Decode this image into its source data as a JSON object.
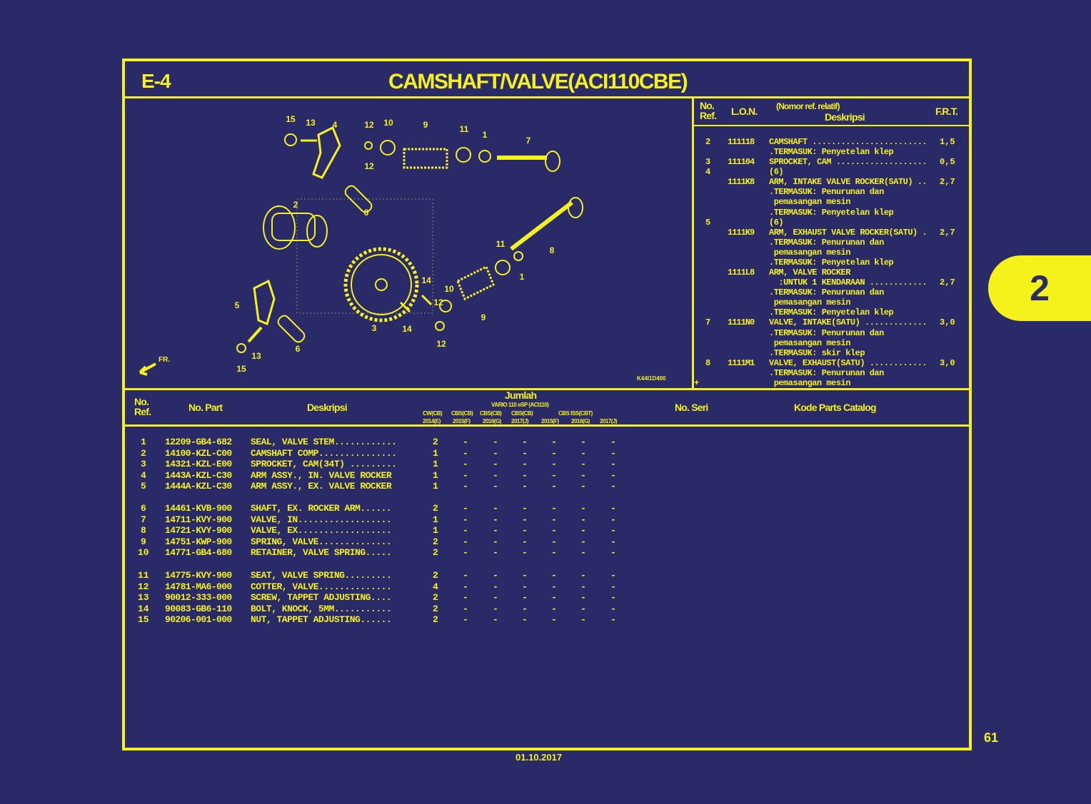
{
  "page": {
    "section_code": "E-4",
    "title": "CAMSHAFT/VALVE(ACI110CBE)",
    "page_number": "61",
    "date": "01.10.2017",
    "chapter_tab": "2"
  },
  "frt_table": {
    "headers": {
      "ref": "No.\nRef.",
      "lon": "L.O.N.",
      "desc_sub": "(Nomor ref. relatif)",
      "desc": "Deskripsi",
      "frt": "F.R.T."
    },
    "lines": [
      {
        "ref": "2",
        "lon": "111118",
        "desc": "CAMSHAFT ........................",
        "frt": "1,5"
      },
      {
        "ref": "",
        "lon": "",
        "desc": ".TERMASUK: Penyetelan klep",
        "frt": ""
      },
      {
        "ref": "3",
        "lon": "111104",
        "desc": "SPROCKET, CAM ...................",
        "frt": "0,5"
      },
      {
        "ref": "4",
        "lon": "",
        "desc": "(6)",
        "frt": ""
      },
      {
        "ref": "",
        "lon": "1111K8",
        "desc": "ARM, INTAKE VALVE ROCKER(SATU) ..",
        "frt": "2,7"
      },
      {
        "ref": "",
        "lon": "",
        "desc": ".TERMASUK: Penurunan dan",
        "frt": ""
      },
      {
        "ref": "",
        "lon": "",
        "desc": " pemasangan mesin",
        "frt": ""
      },
      {
        "ref": "",
        "lon": "",
        "desc": ".TERMASUK: Penyetelan klep",
        "frt": ""
      },
      {
        "ref": "5",
        "lon": "",
        "desc": "(6)",
        "frt": ""
      },
      {
        "ref": "",
        "lon": "1111K9",
        "desc": "ARM, EXHAUST VALVE ROCKER(SATU) .",
        "frt": "2,7"
      },
      {
        "ref": "",
        "lon": "",
        "desc": ".TERMASUK: Penurunan dan",
        "frt": ""
      },
      {
        "ref": "",
        "lon": "",
        "desc": " pemasangan mesin",
        "frt": ""
      },
      {
        "ref": "",
        "lon": "",
        "desc": ".TERMASUK: Penyetelan klep",
        "frt": ""
      },
      {
        "ref": "",
        "lon": "1111L8",
        "desc": "ARM, VALVE ROCKER",
        "frt": ""
      },
      {
        "ref": "",
        "lon": "",
        "desc": "  :UNTUK 1 KENDARAAN ............",
        "frt": "2,7"
      },
      {
        "ref": "",
        "lon": "",
        "desc": ".TERMASUK: Penurunan dan",
        "frt": ""
      },
      {
        "ref": "",
        "lon": "",
        "desc": " pemasangan mesin",
        "frt": ""
      },
      {
        "ref": "",
        "lon": "",
        "desc": ".TERMASUK: Penyetelan klep",
        "frt": ""
      },
      {
        "ref": "7",
        "lon": "1111N0",
        "desc": "VALVE, INTAKE(SATU) .............",
        "frt": "3,0"
      },
      {
        "ref": "",
        "lon": "",
        "desc": ".TERMASUK: Penurunan dan",
        "frt": ""
      },
      {
        "ref": "",
        "lon": "",
        "desc": " pemasangan mesin",
        "frt": ""
      },
      {
        "ref": "",
        "lon": "",
        "desc": ".TERMASUK: skir klep",
        "frt": ""
      },
      {
        "ref": "8",
        "lon": "1111M1",
        "desc": "VALVE, EXHAUST(SATU) ............",
        "frt": "3,0"
      },
      {
        "ref": "",
        "lon": "",
        "desc": ".TERMASUK: Penurunan dan",
        "frt": ""
      },
      {
        "ref": "+",
        "lon": "",
        "desc": " pemasangan mesin",
        "frt": ""
      }
    ]
  },
  "diagram": {
    "code": "K44I1D400",
    "front_marker": "FR.",
    "callouts": [
      "15",
      "13",
      "4",
      "12",
      "10",
      "9",
      "11",
      "1",
      "7",
      "12",
      "6",
      "2",
      "11",
      "8",
      "1",
      "14",
      "10",
      "12",
      "9",
      "3",
      "14",
      "12",
      "5",
      "6",
      "13",
      "15"
    ]
  },
  "parts_table": {
    "headers": {
      "ref": "No.\nRef.",
      "part": "No. Part",
      "desc": "Deskripsi",
      "qty": "Jumlah",
      "model": "VARIO 110 eSP (ACI110)",
      "types": [
        "CW(CB)",
        "CBS(CB)",
        "CBS(CB)",
        "CBS(CB)",
        "CBS ISS(CBT)"
      ],
      "years": [
        "2014(E)",
        "2015(F)",
        "2016(G)",
        "2017(J)",
        "2015(F)",
        "2016(G)",
        "2017(J)"
      ],
      "serial": "No. Seri",
      "catalog": "Kode Parts Catalog"
    },
    "rows": [
      {
        "ref": "1",
        "part": "12209-GB4-682",
        "desc": "SEAL, VALVE STEM............",
        "qty": [
          "2",
          "-",
          "-",
          "-",
          "-",
          "-",
          "-"
        ]
      },
      {
        "ref": "2",
        "part": "14100-KZL-C00",
        "desc": "CAMSHAFT COMP...............",
        "qty": [
          "1",
          "-",
          "-",
          "-",
          "-",
          "-",
          "-"
        ]
      },
      {
        "ref": "3",
        "part": "14321-KZL-E00",
        "desc": "SPROCKET, CAM(34T) .........",
        "qty": [
          "1",
          "-",
          "-",
          "-",
          "-",
          "-",
          "-"
        ]
      },
      {
        "ref": "4",
        "part": "1443A-KZL-C30",
        "desc": "ARM ASSY., IN. VALVE ROCKER",
        "qty": [
          "1",
          "-",
          "-",
          "-",
          "-",
          "-",
          "-"
        ]
      },
      {
        "ref": "5",
        "part": "1444A-KZL-C30",
        "desc": "ARM ASSY., EX. VALVE ROCKER",
        "qty": [
          "1",
          "-",
          "-",
          "-",
          "-",
          "-",
          "-"
        ]
      },
      {
        "ref": "6",
        "part": "14461-KVB-900",
        "desc": "SHAFT, EX. ROCKER ARM......",
        "qty": [
          "2",
          "-",
          "-",
          "-",
          "-",
          "-",
          "-"
        ]
      },
      {
        "ref": "7",
        "part": "14711-KVY-900",
        "desc": "VALVE, IN..................",
        "qty": [
          "1",
          "-",
          "-",
          "-",
          "-",
          "-",
          "-"
        ]
      },
      {
        "ref": "8",
        "part": "14721-KVY-900",
        "desc": "VALVE, EX..................",
        "qty": [
          "1",
          "-",
          "-",
          "-",
          "-",
          "-",
          "-"
        ]
      },
      {
        "ref": "9",
        "part": "14751-KWP-900",
        "desc": "SPRING, VALVE..............",
        "qty": [
          "2",
          "-",
          "-",
          "-",
          "-",
          "-",
          "-"
        ]
      },
      {
        "ref": "10",
        "part": "14771-GB4-680",
        "desc": "RETAINER, VALVE SPRING.....",
        "qty": [
          "2",
          "-",
          "-",
          "-",
          "-",
          "-",
          "-"
        ]
      },
      {
        "ref": "11",
        "part": "14775-KVY-900",
        "desc": "SEAT, VALVE SPRING.........",
        "qty": [
          "2",
          "-",
          "-",
          "-",
          "-",
          "-",
          "-"
        ]
      },
      {
        "ref": "12",
        "part": "14781-MA6-000",
        "desc": "COTTER, VALVE..............",
        "qty": [
          "4",
          "-",
          "-",
          "-",
          "-",
          "-",
          "-"
        ]
      },
      {
        "ref": "13",
        "part": "90012-333-000",
        "desc": "SCREW, TAPPET ADJUSTING....",
        "qty": [
          "2",
          "-",
          "-",
          "-",
          "-",
          "-",
          "-"
        ]
      },
      {
        "ref": "14",
        "part": "90083-GB6-110",
        "desc": "BOLT, KNOCK, 5MM...........",
        "qty": [
          "2",
          "-",
          "-",
          "-",
          "-",
          "-",
          "-"
        ]
      },
      {
        "ref": "15",
        "part": "90206-001-000",
        "desc": "NUT, TAPPET ADJUSTING......",
        "qty": [
          "2",
          "-",
          "-",
          "-",
          "-",
          "-",
          "-"
        ]
      }
    ]
  },
  "colors": {
    "background": "#2b2a69",
    "foreground": "#f4f21a"
  }
}
